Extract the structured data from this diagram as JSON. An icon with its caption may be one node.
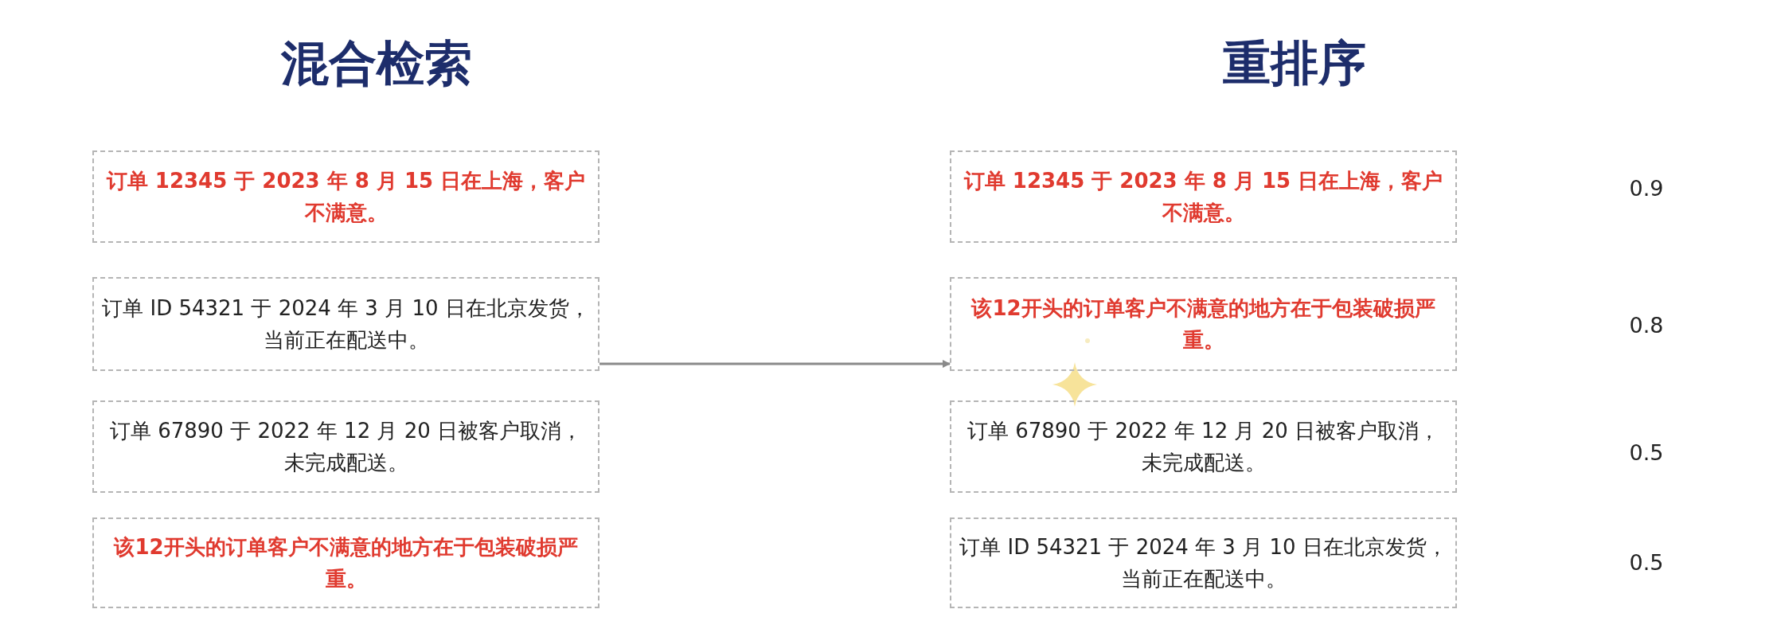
{
  "diagram": {
    "nodes": [
      {
        "text": [
          "订单 12345 于 2023 年 8 月 15 日在上海，客户不满意。"
        ]
      },
      {
        "text": [
          "订单 ID 54321 于 2024 年 3 月 10 日在北京发货，当前正在配送中。"
        ]
      },
      {
        "text": [
          "订单 67890 于 2022 年 12 月 20 日被客户取消，未完成配送。"
        ]
      },
      {
        "text": [
          "该12开头的订单客户不满意的地方在于包装破损严重。"
        ]
      },
      {
        "text": [
          "订单 12345 于 2023 年 8 月 15 日在上海，客户不满意。"
        ]
      },
      {
        "text": [
          "该12开头的订单客户不满意的地方在于包装破损严重。"
        ]
      },
      {
        "text": [
          "订单 67890 于 2022 年 12 月 20 日被客户取消，未完成配送。"
        ]
      },
      {
        "text": [
          "订单 ID 54321 于 2024 年 3 月 10 日在北京发货，当前正在配送中。"
        ]
      }
    ],
    "edges": [
      {
        "from": 1,
        "to": 5,
        "arrow": "to"
      }
    ],
    "labels": [
      "混合检索",
      "重排序",
      "0.9",
      "0.8",
      "0.5",
      "0.5"
    ]
  }
}
